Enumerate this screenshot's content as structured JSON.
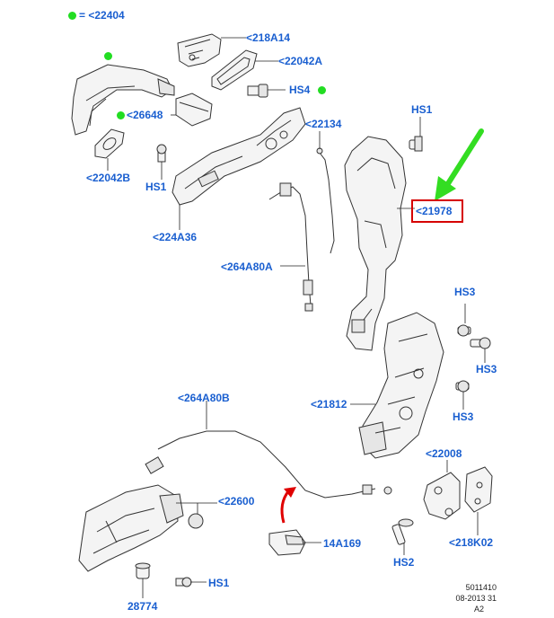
{
  "legend": {
    "marker": "green-dot",
    "text": "= <22404"
  },
  "callouts": {
    "c218A14": "<218A14",
    "c22042A": "<22042A",
    "hs4": "HS4",
    "c26648": "<26648",
    "c22134": "<22134",
    "hs1_top": "HS1",
    "c21978": "<21978",
    "c22042B": "<22042B",
    "hs1_left": "HS1",
    "c224A36": "<224A36",
    "c264A80A": "<264A80A",
    "hs3_a": "HS3",
    "hs3_b": "HS3",
    "c21812": "<21812",
    "hs3_c": "HS3",
    "c264A80B": "<264A80B",
    "c22600": "<22600",
    "c22008": "<22008",
    "c14A169": "14A169",
    "c218K02": "<218K02",
    "hs2": "HS2",
    "hs1_bottom": "HS1",
    "c28774": "28774"
  },
  "highlighted_part": "<21978",
  "colors": {
    "callout": "#1a5fd0",
    "highlight_box": "#d60000",
    "arrow": "#33dd22",
    "dot": "#22dd22",
    "red_arrow": "#e00000"
  },
  "footer": {
    "line1": "5011410",
    "line2": "08-2013 31",
    "line3": "A2"
  }
}
